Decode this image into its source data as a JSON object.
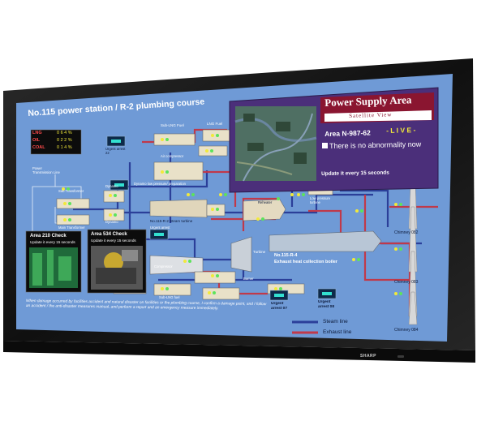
{
  "screen": {
    "brand": "SHARP",
    "colors": {
      "bezel": "#181818",
      "screen": "#6f9ad6",
      "panel": "#4b2f7a",
      "steam": "#2b3f99",
      "exhaust": "#c0394a"
    }
  },
  "header": {
    "title": "No.115 power station / R-2 plumbing course"
  },
  "fuel_readings": [
    {
      "label": "LNG",
      "value": "0 6 4 %"
    },
    {
      "label": "OIL",
      "value": "0 2 2 %"
    },
    {
      "label": "COAL",
      "value": "0 1 4 %"
    }
  ],
  "satellite_panel": {
    "title": "Power Supply Area",
    "subtitle": "Satellite View",
    "area_label": "Area N-987-62",
    "live": "- L I V E -",
    "status": "There is no abnormality now",
    "update_note": "Update it every 15 seconds"
  },
  "checks": [
    {
      "title": "Area 210 Check",
      "note": "Update it every 15 seconds"
    },
    {
      "title": "Area 534 Check",
      "note": "Update it every 15 seconds"
    }
  ],
  "diagram": {
    "labels": {
      "sub_lng_fuel": "Sub-LNG Fuel",
      "lng_fuel": "LNG Fuel",
      "urgent_arrest_22": "Urgent arrest 22",
      "air_compressor": "Air compressor",
      "power_transmission_line": "Power Transmission Line",
      "sub_transformer": "Sub Transformer",
      "dynamo": "Dynamo",
      "dynamo_low_pressure": "Dynamo low pressure/ preparation",
      "main_transformer": "Main Transformer",
      "dynamo_2": "Dynamo",
      "steam_turbine": "No.115-R-2 Steam turbine",
      "urgent_arrest": "Urgent arrest",
      "reheater": "Reheater",
      "low_pressure_turbine": "Low pressure turbine",
      "turbine": "Turbine",
      "boiler_id": "No.115-R-4",
      "boiler_name": "Exhaust heat collection boiler",
      "compressor": "Compressor",
      "burner": "Burner",
      "sub_lng_fuel_2": "Sub-LNG fuel",
      "urgent_arrest_07": "Urgent arrest 07",
      "urgent_arrest_08": "Urgent arrest 08",
      "chimney_082": "Chimney 082",
      "chimney_083": "Chimney 083",
      "chimney_084": "Chimney 084"
    },
    "instructions": "When damage occurred by facilities accident and natural disaster on facilities or the plumbing course, I confirm a damage point, and I follow an accident / the anti-disaster measures manual, and perform a report and an emergency measure immediately.",
    "legend": {
      "steam": "Steam line",
      "exhaust": "Exhaust line"
    }
  }
}
